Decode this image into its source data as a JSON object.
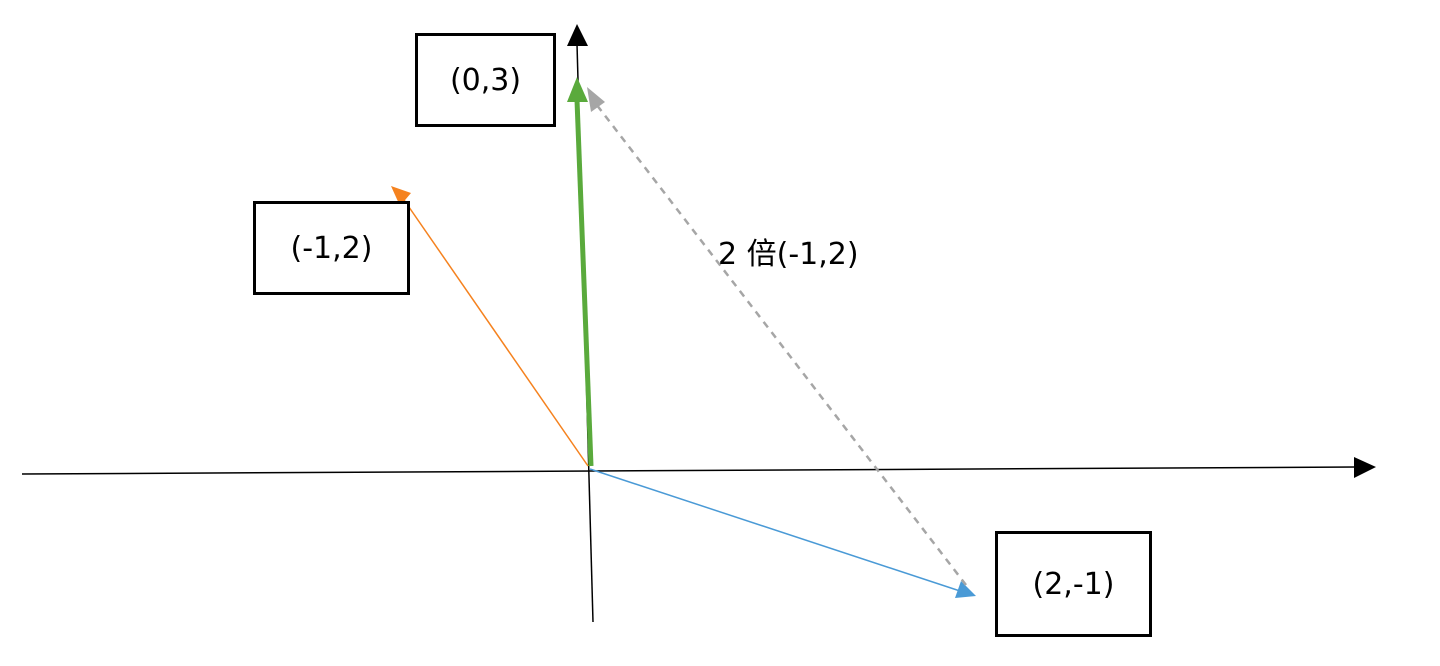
{
  "labels": {
    "green_vector": "(0,3)",
    "orange_vector": "(-1,2)",
    "blue_vector": "(2,-1)",
    "dashed_vector": "2 倍(-1,2)"
  },
  "colors": {
    "green_vector": "#5aaa3c",
    "orange_vector": "#f5821f",
    "blue_vector": "#4a9ad6",
    "dashed_vector": "#a6a6a6",
    "axes": "#000000"
  }
}
